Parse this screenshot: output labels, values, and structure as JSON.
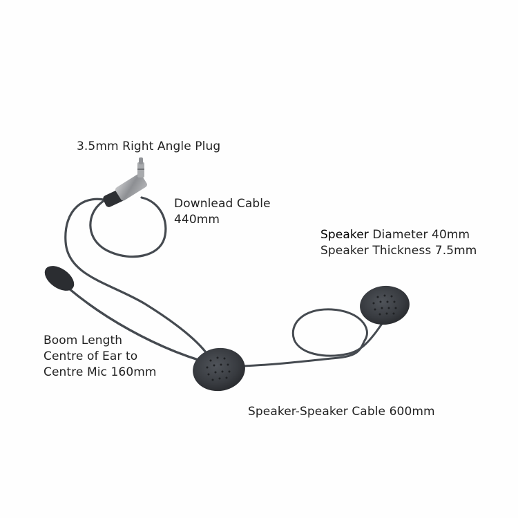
{
  "labels": {
    "plug": "3.5mm Right Angle Plug",
    "download_cable": {
      "line1": "Downlead Cable",
      "line2": "440mm"
    },
    "speaker_specs": {
      "line1_strong": "Speaker",
      "line1_rest": " Diameter 40mm",
      "line2": "Speaker Thickness 7.5mm"
    },
    "boom": {
      "line1": "Boom Length",
      "line2": "Centre of Ear to",
      "line3": "Centre Mic 160mm"
    },
    "speaker_cable": "Speaker-Speaker Cable 600mm"
  },
  "colors": {
    "background": "#fefefe",
    "cable": "#454a50",
    "speaker_pad": "#3a3d42",
    "plug_metal": "#9a9ca0",
    "text": "#222222"
  }
}
